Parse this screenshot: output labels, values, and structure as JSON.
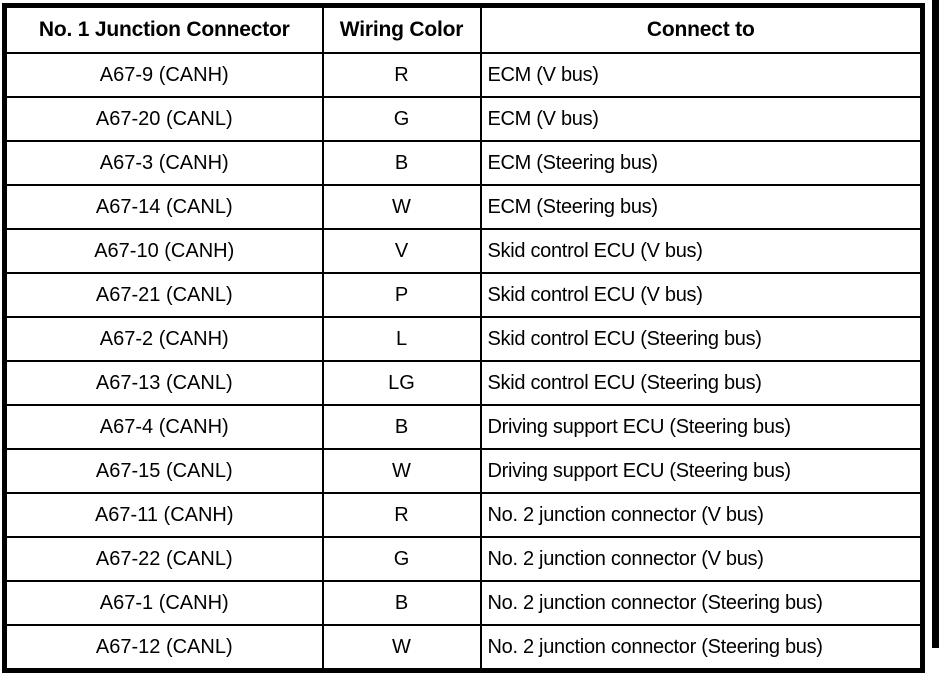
{
  "table": {
    "columns": [
      {
        "key": "connector",
        "label": "No. 1 Junction Connector"
      },
      {
        "key": "color",
        "label": "Wiring Color"
      },
      {
        "key": "connect",
        "label": "Connect to"
      }
    ],
    "rows": [
      {
        "connector": "A67-9 (CANH)",
        "color": "R",
        "connect": "ECM (V bus)"
      },
      {
        "connector": "A67-20 (CANL)",
        "color": "G",
        "connect": "ECM (V bus)"
      },
      {
        "connector": "A67-3 (CANH)",
        "color": "B",
        "connect": "ECM (Steering bus)"
      },
      {
        "connector": "A67-14 (CANL)",
        "color": "W",
        "connect": "ECM (Steering bus)"
      },
      {
        "connector": "A67-10 (CANH)",
        "color": "V",
        "connect": "Skid control ECU (V bus)"
      },
      {
        "connector": "A67-21 (CANL)",
        "color": "P",
        "connect": "Skid control ECU (V bus)"
      },
      {
        "connector": "A67-2 (CANH)",
        "color": "L",
        "connect": "Skid control ECU (Steering bus)"
      },
      {
        "connector": "A67-13 (CANL)",
        "color": "LG",
        "connect": "Skid control ECU (Steering bus)"
      },
      {
        "connector": "A67-4 (CANH)",
        "color": "B",
        "connect": "Driving support ECU (Steering bus)"
      },
      {
        "connector": "A67-15 (CANL)",
        "color": "W",
        "connect": "Driving support ECU (Steering bus)"
      },
      {
        "connector": "A67-11 (CANH)",
        "color": "R",
        "connect": "No. 2 junction connector (V bus)"
      },
      {
        "connector": "A67-22 (CANL)",
        "color": "G",
        "connect": "No. 2 junction connector (V bus)"
      },
      {
        "connector": "A67-1 (CANH)",
        "color": "B",
        "connect": "No. 2 junction connector (Steering bus)"
      },
      {
        "connector": "A67-12 (CANL)",
        "color": "W",
        "connect": "No. 2 junction connector (Steering bus)"
      }
    ]
  },
  "colors": {
    "ink": "#000000",
    "paper": "#ffffff"
  }
}
